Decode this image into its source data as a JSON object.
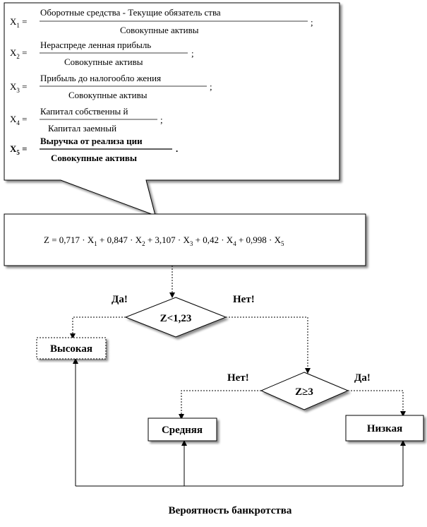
{
  "formulas": [
    {
      "lhs": "X",
      "sub": "1",
      "num": "Оборотные    средства    - Текущие    обязатель ства",
      "den": "Совокупные     активы",
      "end": ";"
    },
    {
      "lhs": "X",
      "sub": "2",
      "num": "Нераспреде ленная    прибыль",
      "den": "Совокупные    активы",
      "end": ";"
    },
    {
      "lhs": "X",
      "sub": "3",
      "num": "Прибыль     до  налогообло  жения",
      "den": "Совокупные     активы",
      "end": ";"
    },
    {
      "lhs": "X",
      "sub": "4",
      "num": "Капитал    собственны й",
      "den": "Капитал     заемный",
      "end": ";"
    },
    {
      "lhs": "X",
      "sub": "5",
      "num": "Выручка    от   реализа ции",
      "den": "Совокупные     активы",
      "end": "."
    }
  ],
  "z_formula": {
    "terms": [
      {
        "text": "Z  = 0,717 · X",
        "sub": "1"
      },
      {
        "text": " + 0,847 · X",
        "sub": "2"
      },
      {
        "text": " + 3,107 · X",
        "sub": "3"
      },
      {
        "text": " + 0,42 · X",
        "sub": "4"
      },
      {
        "text": " + 0,998 · X",
        "sub": "5"
      }
    ]
  },
  "decisions": {
    "d1": "Z<1,23",
    "d2": "Z≥3"
  },
  "branch_labels": {
    "d1_yes": "Да!",
    "d1_no": "Нет!",
    "d2_no": "Нет!",
    "d2_yes": "Да!"
  },
  "outcomes": {
    "high": "Высокая",
    "medium": "Средняя",
    "low": "Низкая"
  },
  "caption": "Вероятность банкротства"
}
